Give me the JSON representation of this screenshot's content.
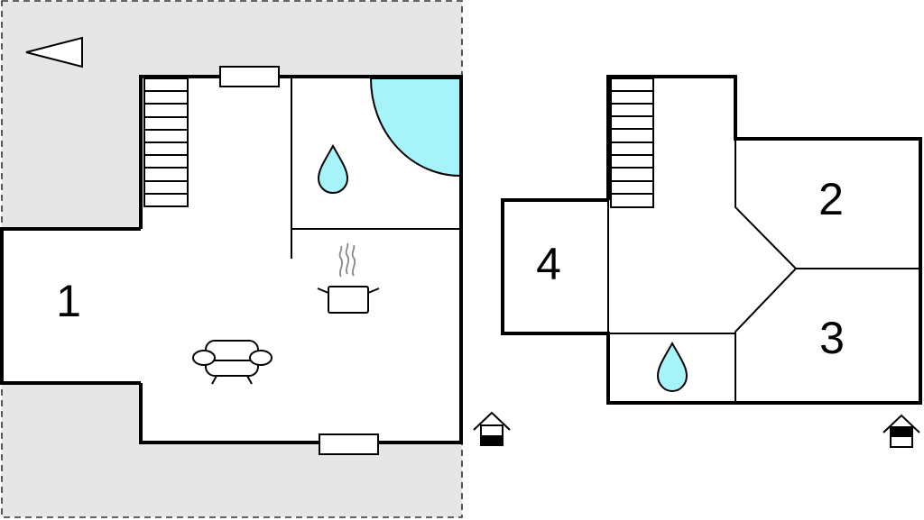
{
  "floor_plan": {
    "ground_floor": {
      "rooms": [
        {
          "label": "1"
        }
      ],
      "icons": [
        "compass-north-arrow-icon",
        "staircase-icon",
        "window-icon",
        "bathtub-icon",
        "water-drop-icon",
        "cooking-pot-icon",
        "sofa-icon",
        "house-entrance-icon"
      ]
    },
    "upper_floor": {
      "rooms": [
        {
          "label": "4"
        },
        {
          "label": "2"
        },
        {
          "label": "3"
        }
      ],
      "icons": [
        "staircase-icon",
        "water-drop-icon",
        "house-entrance-icon"
      ]
    },
    "colors": {
      "wall": "#000000",
      "terrain": "#e6e6e6",
      "water": "#a6f4fa",
      "background": "#ffffff"
    }
  }
}
